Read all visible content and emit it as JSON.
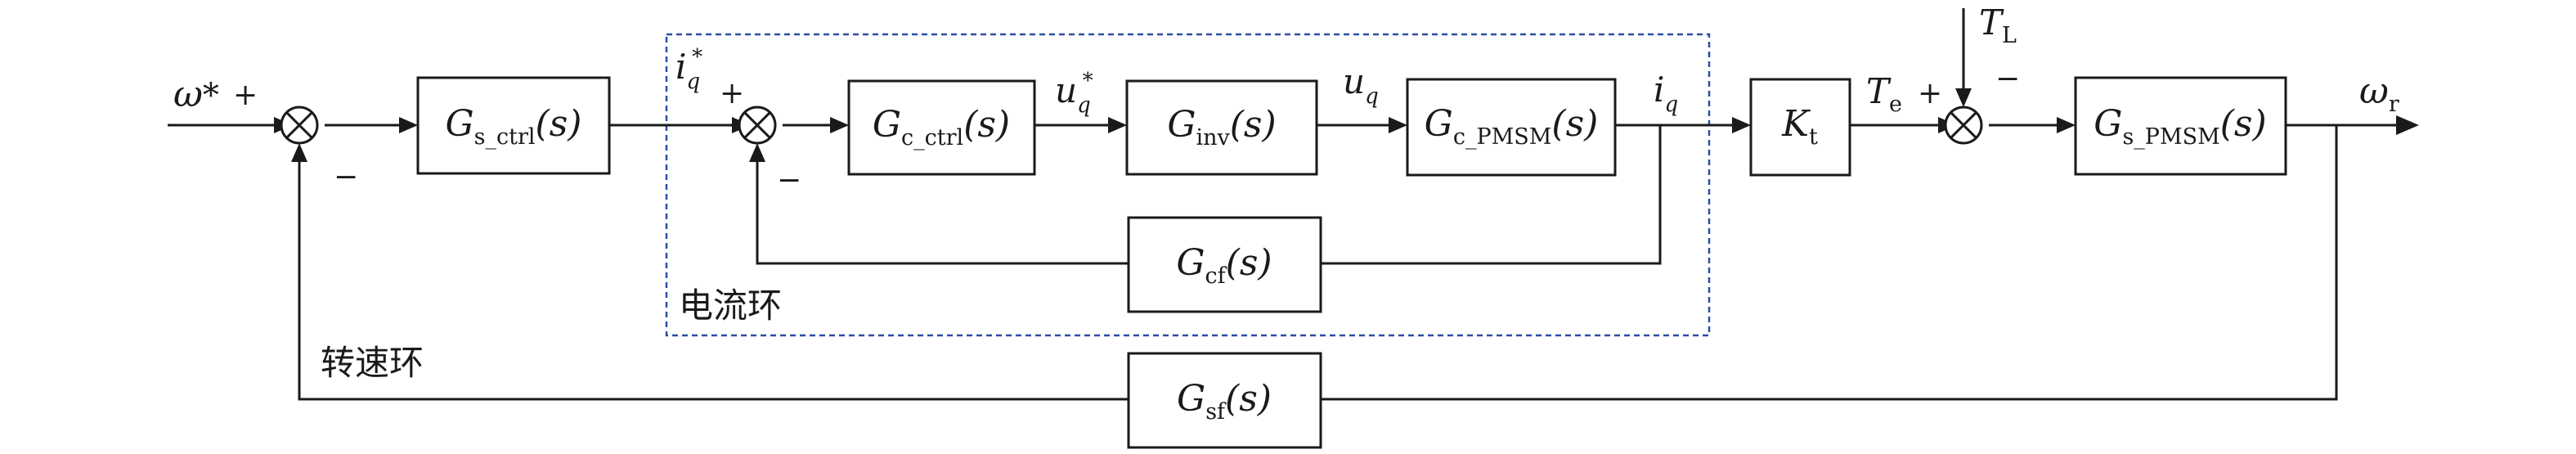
{
  "blocks": {
    "speed_controller": {
      "main": "G",
      "sub": "s_ctrl",
      "arg": "(s)"
    },
    "current_controller": {
      "main": "G",
      "sub": "c_ctrl",
      "arg": "(s)"
    },
    "inverter": {
      "main": "G",
      "sub": "inv",
      "arg": "(s)"
    },
    "pmsm_current": {
      "main": "G",
      "sub": "c_PMSM",
      "arg": "(s)"
    },
    "torque_constant": {
      "main": "K",
      "sub": "t"
    },
    "pmsm_speed": {
      "main": "G",
      "sub": "s_PMSM",
      "arg": "(s)"
    },
    "current_feedback": {
      "main": "G",
      "sub": "cf",
      "arg": "(s)"
    },
    "speed_feedback": {
      "main": "G",
      "sub": "sf",
      "arg": "(s)"
    }
  },
  "signals": {
    "speed_ref": {
      "main": "ω",
      "sup": "*"
    },
    "current_ref": {
      "main": "i",
      "sub": "q",
      "sup": "*"
    },
    "voltage_ref": {
      "main": "u",
      "sub": "q",
      "sup": "*"
    },
    "voltage": {
      "main": "u",
      "sub": "q"
    },
    "current": {
      "main": "i",
      "sub": "q"
    },
    "torque": {
      "main": "T",
      "sub": "e"
    },
    "load_torque": {
      "main": "T",
      "sub": "L"
    },
    "speed_out": {
      "main": "ω",
      "sub": "r"
    }
  },
  "signs": {
    "plus": "+",
    "minus": "−"
  },
  "labels": {
    "current_loop": "电流环",
    "speed_loop": "转速环"
  },
  "colors": {
    "current_loop_box": "#2b4ea3"
  }
}
